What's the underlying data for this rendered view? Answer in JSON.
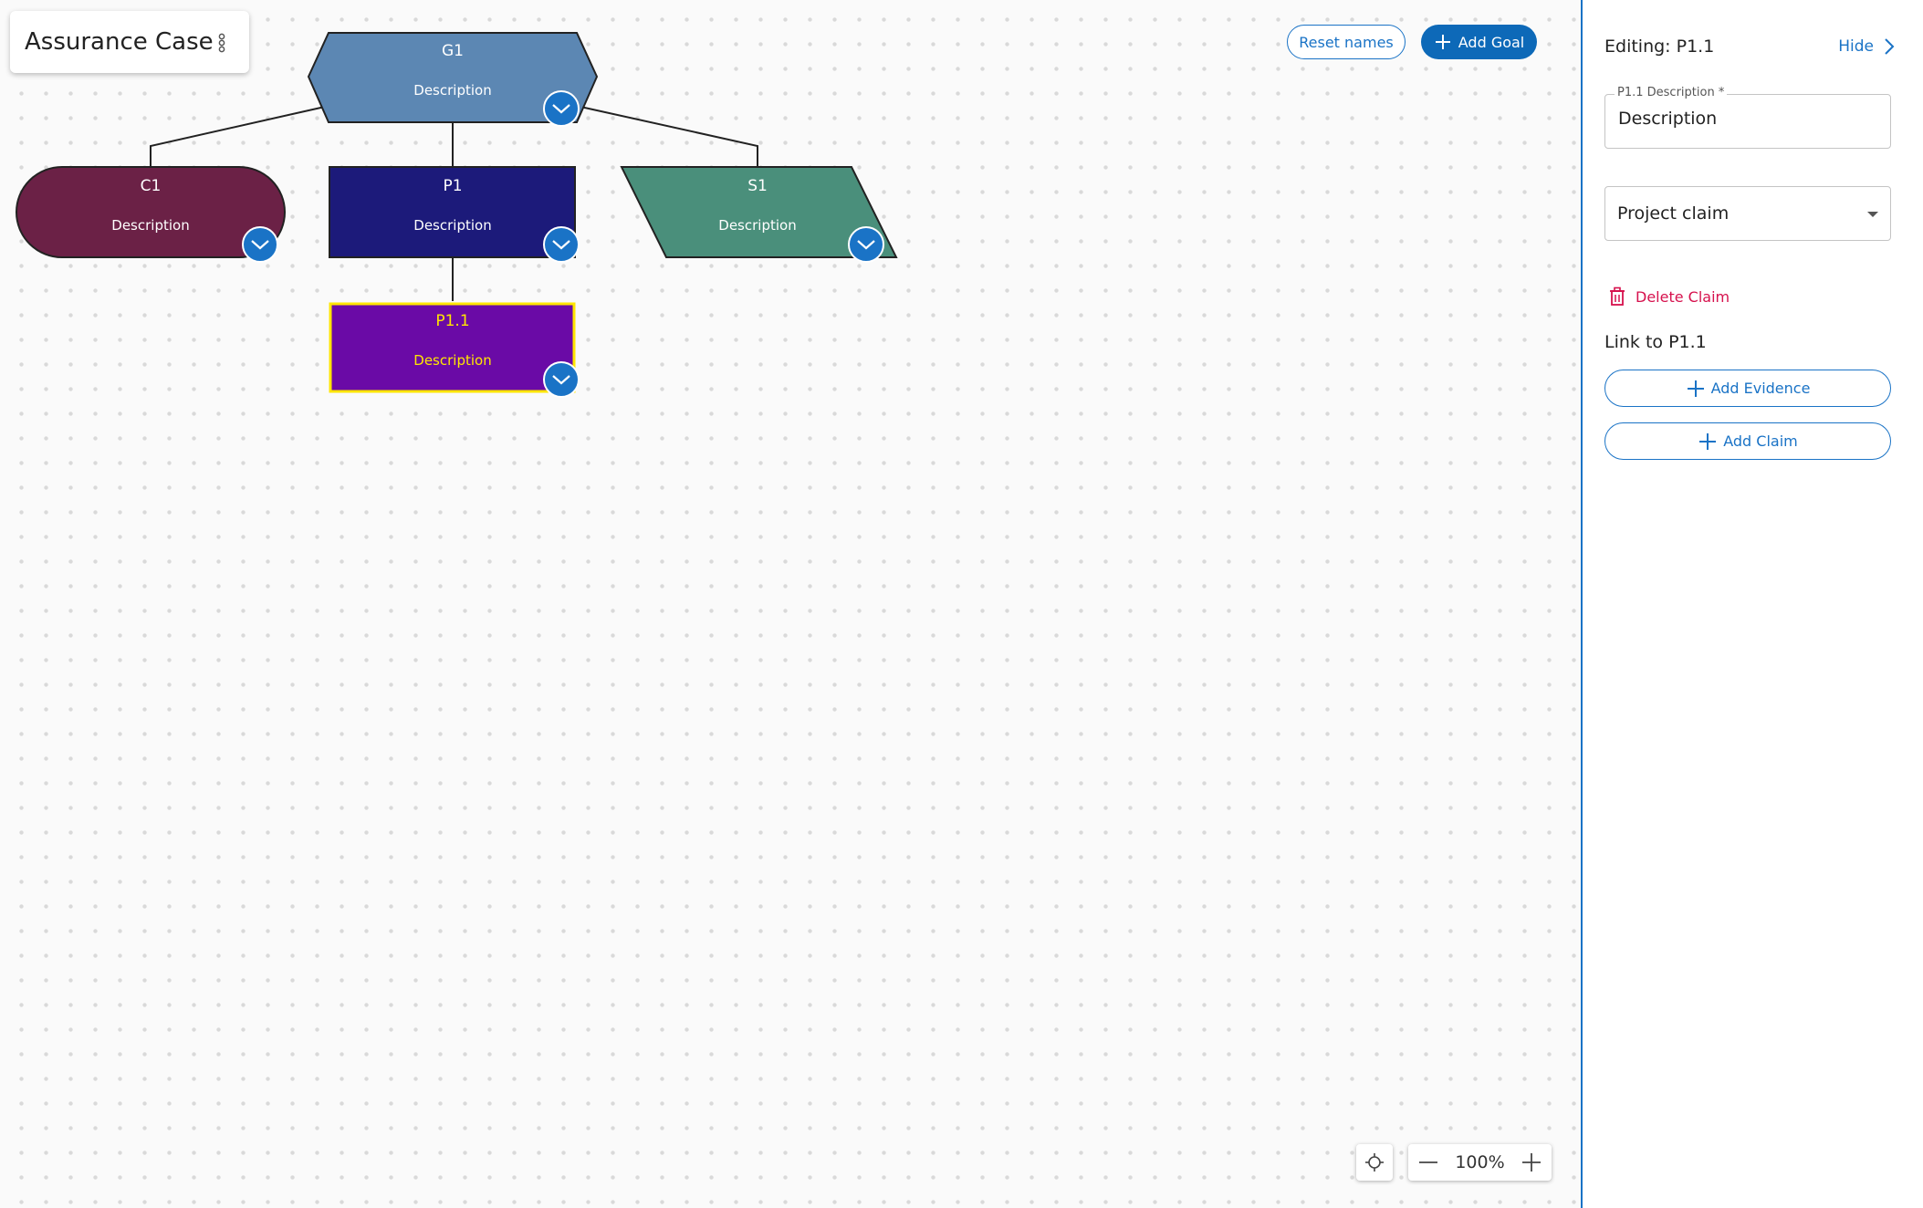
{
  "header": {
    "title": "Assurance Case",
    "menu_icon": "more-vertical-icon"
  },
  "toolbar": {
    "reset_names_label": "Reset names",
    "add_goal_label": "Add Goal",
    "add_icon": "plus-icon"
  },
  "nodes": [
    {
      "id": "G1",
      "name": "G1",
      "description": "Description",
      "type": "goal",
      "color": "#5c87b3"
    },
    {
      "id": "C1",
      "name": "C1",
      "description": "Description",
      "type": "context",
      "color": "#6b2146"
    },
    {
      "id": "P1",
      "name": "P1",
      "description": "Description",
      "type": "property-claim",
      "color": "#1c1a7a"
    },
    {
      "id": "S1",
      "name": "S1",
      "description": "Description",
      "type": "strategy",
      "color": "#4a8f7b"
    },
    {
      "id": "P1.1",
      "name": "P1.1",
      "description": "Description",
      "type": "property-claim",
      "color": "#6a0aa6",
      "selected": true
    }
  ],
  "colors": {
    "accent": "#1a73c6",
    "selected_outline": "#ffe600",
    "delete": "#d6114d"
  },
  "zoom": {
    "value": "100%",
    "fit_icon": "crosshair-icon",
    "zoom_out_icon": "minus-icon",
    "zoom_in_icon": "plus-icon"
  },
  "panel": {
    "title": "Editing: P1.1",
    "hide_label": "Hide",
    "hide_icon": "chevron-right-icon",
    "description_label": "P1.1 Description *",
    "description_value": "Description",
    "type_select_value": "Project claim",
    "delete_label": "Delete Claim",
    "delete_icon": "trash-icon",
    "link_title": "Link to P1.1",
    "add_evidence_label": "Add Evidence",
    "add_claim_label": "Add Claim"
  }
}
